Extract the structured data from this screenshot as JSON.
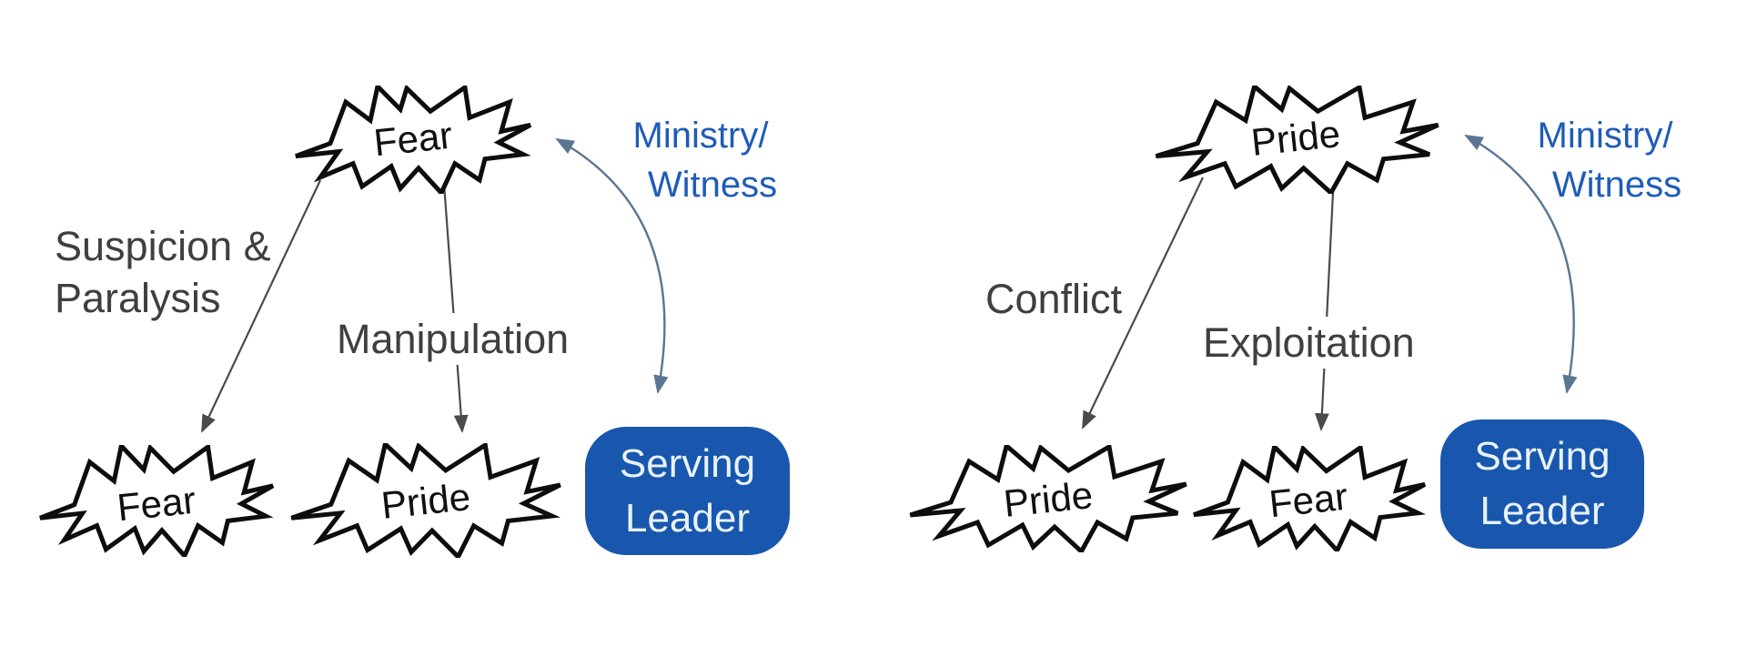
{
  "colors": {
    "burst_stroke": "#0d0d0d",
    "label_gray": "#3f3f3f",
    "arrow_gray": "#4a4a4a",
    "ministry_blue": "#1f5cb8",
    "curve_blue": "#5a7693",
    "box_fill": "#1857ad",
    "box_text": "#e9f2fc"
  },
  "diagrams": [
    {
      "side": "left",
      "top_burst": {
        "label": "Fear"
      },
      "diagonal_label": {
        "lines": [
          "Suspicion &",
          "Paralysis"
        ]
      },
      "vertical_label": {
        "text": "Manipulation"
      },
      "bottom_left_burst": {
        "label": "Fear"
      },
      "bottom_right_burst": {
        "label": "Pride"
      },
      "serving_leader_box": {
        "lines": [
          "Serving",
          "Leader"
        ]
      },
      "ministry_witness_label": {
        "lines": [
          "Ministry/",
          "Witness"
        ]
      }
    },
    {
      "side": "right",
      "top_burst": {
        "label": "Pride"
      },
      "diagonal_label": {
        "lines": [
          "Conflict"
        ]
      },
      "vertical_label": {
        "text": "Exploitation"
      },
      "bottom_left_burst": {
        "label": "Pride"
      },
      "bottom_right_burst": {
        "label": "Fear"
      },
      "serving_leader_box": {
        "lines": [
          "Serving",
          "Leader"
        ]
      },
      "ministry_witness_label": {
        "lines": [
          "Ministry/",
          "Witness"
        ]
      }
    }
  ]
}
